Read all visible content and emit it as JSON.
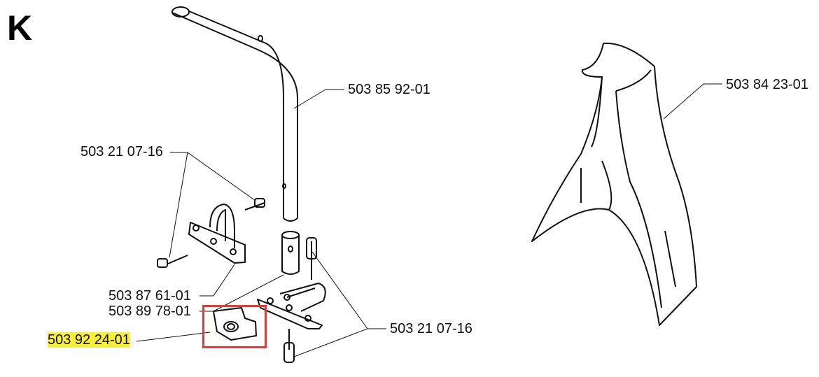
{
  "section_letter": "K",
  "part_labels": {
    "tube": "503 85 92-01",
    "shield": "503 84 23-01",
    "screw_left": "503 21 07-16",
    "bracket": "503 87 61-01",
    "pin": "503 89 78-01",
    "clip": "503 92 24-01",
    "screw_right": "503 21 07-16"
  },
  "highlighted_part": "503 92 24-01",
  "highlight_color": "#f7ef3a",
  "selection_box_color": "#e53935"
}
